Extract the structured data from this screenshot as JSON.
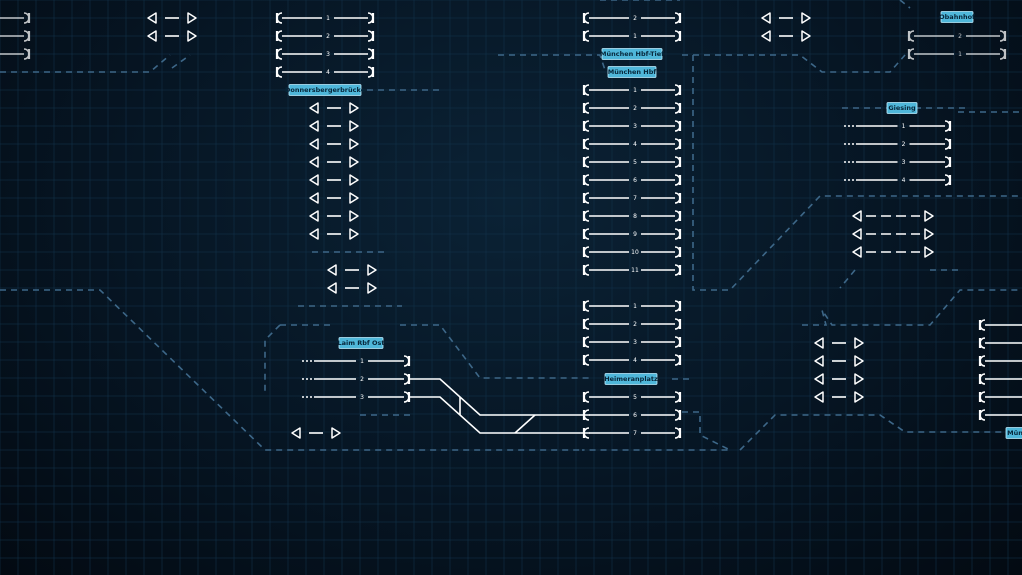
{
  "colors": {
    "background": "#061523",
    "grid": "#12324a",
    "boundary": "#3d6788",
    "track": "#ffffff",
    "label_fill": "#4fb7da",
    "label_text": "#06263a"
  },
  "stations": {
    "donnersbergerbruecke": "Donnersbergerbrücke",
    "laim_rbf_ost": "Laim Rbf Ost",
    "muenchen_hbf_tief": "München Hbf-Tief",
    "muenchen_hbf": "München Hbf",
    "heimeranplatz": "Heimeranplatz",
    "giesing": "Giesing",
    "ostbahnhof_partial": "Obahnhof",
    "muenchen_partial": "Mün"
  },
  "platform_groups": [
    {
      "id": "donnersberger-platforms",
      "numbers": [
        "1",
        "2",
        "3",
        "4"
      ]
    },
    {
      "id": "hbf-tief-platforms",
      "numbers": [
        "2",
        "1"
      ]
    },
    {
      "id": "hbf-platforms",
      "numbers": [
        "1",
        "2",
        "3",
        "4",
        "5",
        "6",
        "7",
        "8",
        "9",
        "10",
        "11"
      ]
    },
    {
      "id": "heimeranplatz-upper-platforms",
      "numbers": [
        "1",
        "2",
        "3",
        "4"
      ]
    },
    {
      "id": "heimeranplatz-lower-platforms",
      "numbers": [
        "5",
        "6",
        "7"
      ]
    },
    {
      "id": "laim-platforms",
      "numbers": [
        "1",
        "2",
        "3"
      ]
    },
    {
      "id": "giesing-platforms",
      "numbers": [
        "1",
        "2",
        "3",
        "4"
      ]
    },
    {
      "id": "ostbahnhof-platforms",
      "numbers": [
        "2",
        "1"
      ]
    }
  ],
  "icons": {
    "signal_pair": "signal-pair-icon",
    "buffer_stop": "buffer-stop-icon",
    "track_switch": "switch-icon"
  }
}
